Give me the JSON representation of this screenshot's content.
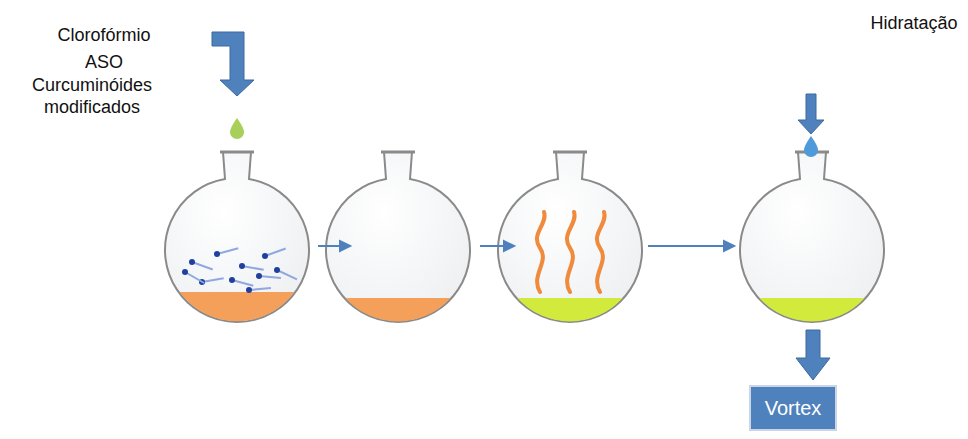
{
  "diagram": {
    "nodes": [
      {
        "text": [
          "Vortex"
        ]
      }
    ],
    "edges": [],
    "labels": [
      "Clorofórmio",
      "ASO",
      "Curcuminóides modificados",
      "Hidratação"
    ]
  }
}
